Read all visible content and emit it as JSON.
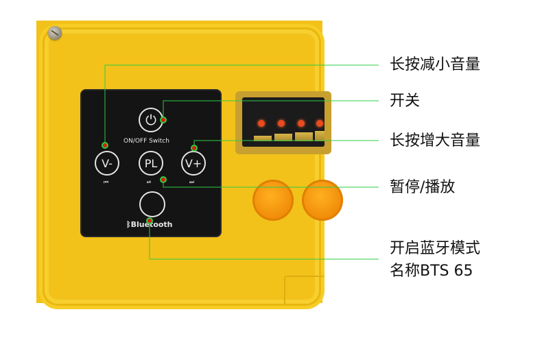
{
  "panel": {
    "onoff_label": "ON/OFF Switch",
    "vminus_label": "V-",
    "pl_label": "PL",
    "vplus_label": "V+",
    "bluetooth_label": "Bluetooth",
    "prev_symbol": "⏮",
    "playpause_symbol": "⏯",
    "next_symbol": "⏭",
    "power_symbol": "⏻",
    "bluetooth_symbol": "ᛒ"
  },
  "callouts": [
    "长按减小音量",
    "开关",
    "长按增大音量",
    "暂停/播放",
    "开启蓝牙模式",
    "名称BTS 65"
  ],
  "colors": {
    "casing_yellow": "#f2c21a",
    "panel_black": "#141414",
    "leader_green": "#2ecc40",
    "dot_red": "#d41e10",
    "knob_orange": "#f08a08"
  },
  "icons": [
    "power-icon",
    "previous-track-icon",
    "play-pause-icon",
    "next-track-icon",
    "bluetooth-icon",
    "screw-icon"
  ]
}
